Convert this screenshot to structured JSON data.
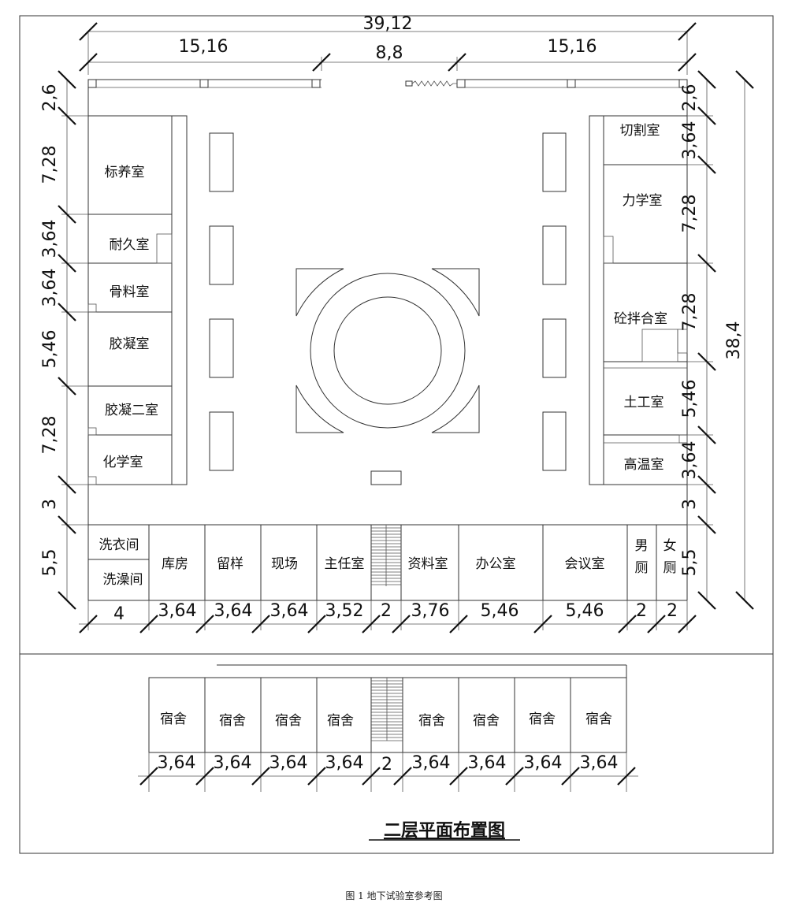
{
  "rooms_left": [
    "标养室",
    "耐久室",
    "骨料室",
    "胶凝室",
    "胶凝二室",
    "化学室"
  ],
  "rooms_right": [
    "切割室",
    "力学室",
    "砼拌合室",
    "土工室",
    "高温室"
  ],
  "rooms_bottom": [
    "洗衣间",
    "洗澡间",
    "库房",
    "留样",
    "现场",
    "主任室",
    "资料室",
    "办公室",
    "会议室",
    "男",
    "厕",
    "女",
    "厕"
  ],
  "dorm_label": "宿舍",
  "dims_top": [
    "39,12",
    "15,16",
    "8,8",
    "15,16"
  ],
  "dims_left": [
    "2,6",
    "7,28",
    "3,64",
    "3,64",
    "5,46",
    "7,28",
    "3",
    "5,5"
  ],
  "dims_right": [
    "2,6",
    "3,64",
    "7,28",
    "7,28",
    "5,46",
    "3,64",
    "3",
    "5,5",
    "38,4"
  ],
  "dims_bottom": [
    "4",
    "3,64",
    "3,64",
    "3,64",
    "3,52",
    "2",
    "3,76",
    "5,46",
    "5,46",
    "2",
    "2"
  ],
  "dims_dorm": [
    "3,64",
    "3,64",
    "3,64",
    "3,64",
    "2",
    "3,64",
    "3,64",
    "3,64",
    "3,64"
  ],
  "floor_title": "二层平面布置图",
  "caption": "图 1 地下试验室参考图"
}
